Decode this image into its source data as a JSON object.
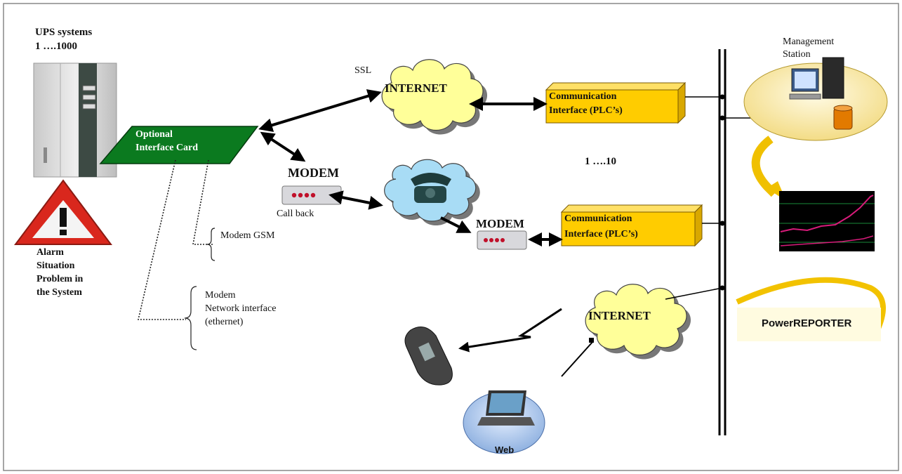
{
  "ups": {
    "title_line1": "UPS systems",
    "title_line2": "1 ….1000"
  },
  "alarm": {
    "line1": "Alarm",
    "line2": "Situation",
    "line3": "Problem in",
    "line4": "the System"
  },
  "interface_card": {
    "line1": "Optional",
    "line2": "Interface Card"
  },
  "internet_top": {
    "ssl_label": "SSL",
    "label": "INTERNET"
  },
  "internet_bottom": {
    "label": "INTERNET"
  },
  "modem_left": {
    "label": "MODEM",
    "call_back": "Call back"
  },
  "modem_right": {
    "label": "MODEM"
  },
  "comm_top": {
    "line1": "Communication",
    "line2": "Interface (PLC’s)"
  },
  "comm_bottom": {
    "line1": "Communication",
    "line2": "Interface (PLC’s)"
  },
  "count_plc": "1 ….10",
  "options": {
    "gsm": "Modem GSM",
    "network_line1": "Modem",
    "network_line2": "Network interface",
    "network_line3": "(ethernet)"
  },
  "management": {
    "line1": "Management",
    "line2": "Station"
  },
  "brand": {
    "label": "PowerREPORTER"
  },
  "web": {
    "label": "Web"
  },
  "colors": {
    "cloud": "#ffff99",
    "card_green": "#0b7a1f",
    "plc_box": "#ffcc00",
    "station_ellipse": "#fff3c0",
    "brand_swoosh": "#f2c200"
  }
}
